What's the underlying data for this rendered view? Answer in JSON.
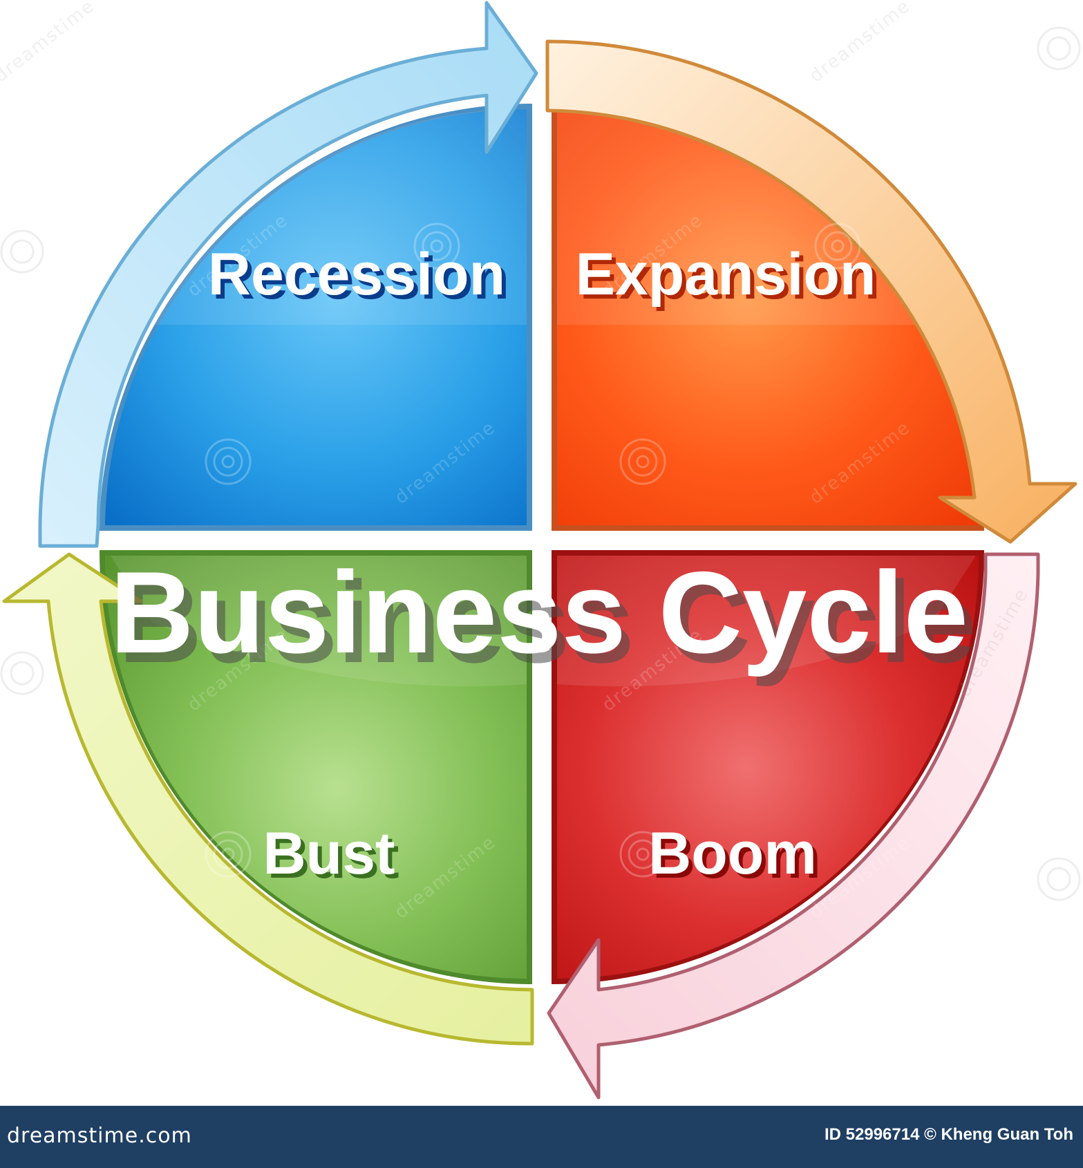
{
  "diagram": {
    "title": "Business Cycle",
    "quadrants": [
      {
        "id": "recession",
        "label": "Recession",
        "color": "#1a86d6"
      },
      {
        "id": "expansion",
        "label": "Expansion",
        "color": "#ff4a10"
      },
      {
        "id": "bust",
        "label": "Bust",
        "color": "#6ea83c"
      },
      {
        "id": "boom",
        "label": "Boom",
        "color": "#d32020"
      }
    ]
  },
  "watermark": {
    "text": "dreamstime"
  },
  "footer": {
    "site": "dreamstime.com",
    "credit": "ID 52996714 © Kheng Guan Toh"
  }
}
